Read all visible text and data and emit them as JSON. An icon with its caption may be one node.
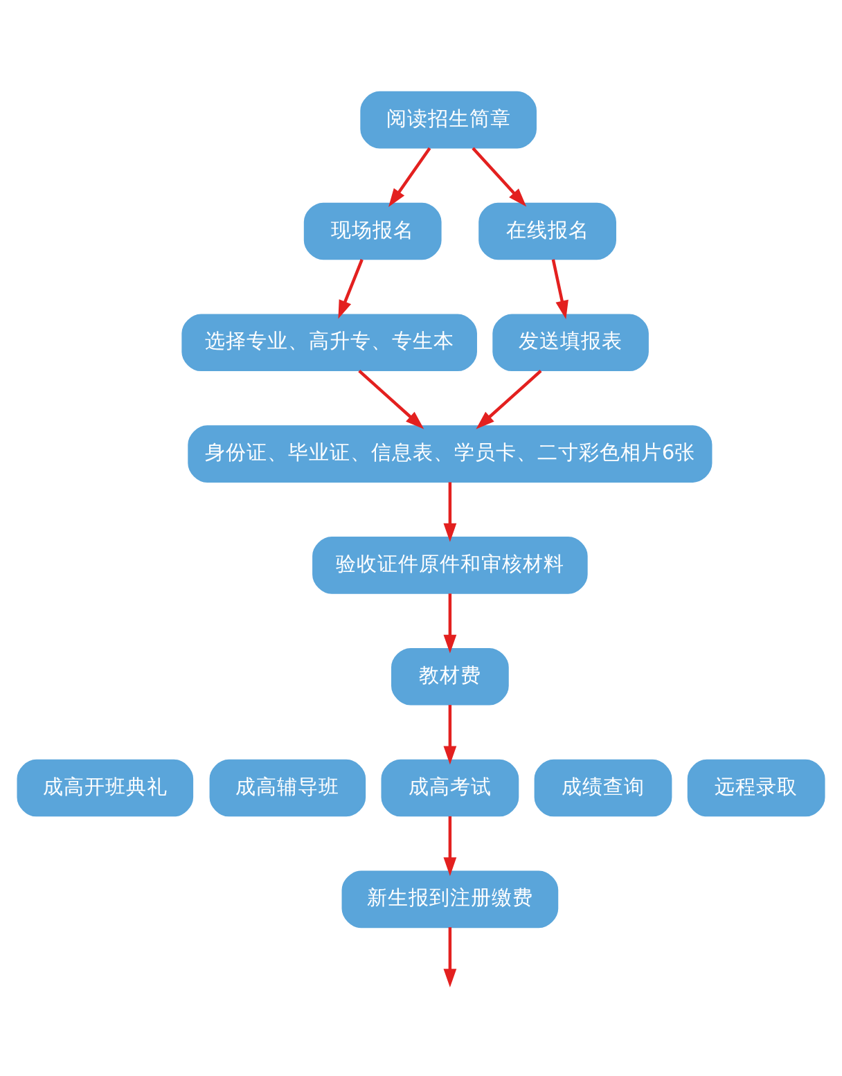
{
  "diagram": {
    "nodes": [
      {
        "text": [
          "阅读招生简章"
        ]
      },
      {
        "text": [
          "现场报名"
        ]
      },
      {
        "text": [
          "在线报名"
        ]
      },
      {
        "text": [
          "选择专业、高升专、专生本"
        ]
      },
      {
        "text": [
          "发送填报表"
        ]
      },
      {
        "text": [
          "身份证、毕业证、信息表、学员卡、二寸彩色相片6张"
        ]
      },
      {
        "text": [
          "验收证件原件和审核材料"
        ]
      },
      {
        "text": [
          "教材费"
        ]
      },
      {
        "text": [
          "成高开班典礼"
        ]
      },
      {
        "text": [
          "成高辅导班"
        ]
      },
      {
        "text": [
          "成高考试"
        ]
      },
      {
        "text": [
          "成绩查询"
        ]
      },
      {
        "text": [
          "远程录取"
        ]
      },
      {
        "text": [
          "新生报到注册缴费"
        ]
      }
    ],
    "edges": [
      {
        "from": 0,
        "to": 1,
        "arrow": "to"
      },
      {
        "from": 0,
        "to": 2,
        "arrow": "to"
      },
      {
        "from": 1,
        "to": 3,
        "arrow": "to"
      },
      {
        "from": 2,
        "to": 4,
        "arrow": "to"
      },
      {
        "from": 3,
        "to": 5,
        "arrow": "to"
      },
      {
        "from": 4,
        "to": 5,
        "arrow": "to"
      },
      {
        "from": 5,
        "to": 6,
        "arrow": "to"
      },
      {
        "from": 6,
        "to": 7,
        "arrow": "to"
      },
      {
        "from": 7,
        "to": 10,
        "arrow": "to"
      },
      {
        "from": 10,
        "to": 13,
        "arrow": "to"
      },
      {
        "from": 13,
        "to": null,
        "arrow": "to"
      }
    ]
  }
}
